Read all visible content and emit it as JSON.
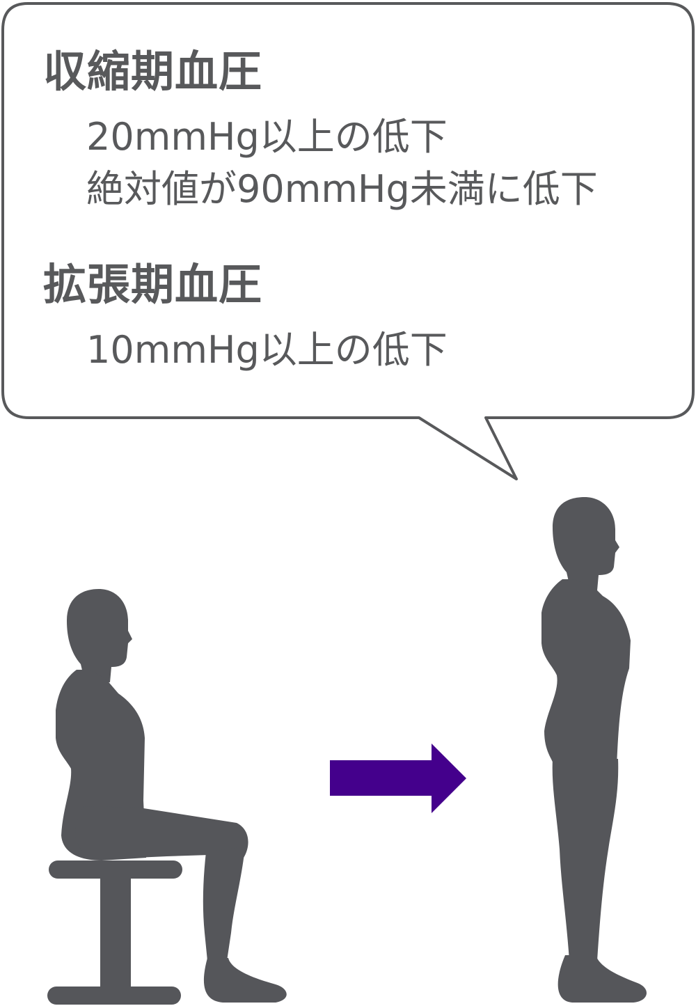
{
  "callout": {
    "systolic": {
      "heading": "収縮期血圧",
      "criteria": [
        "20mmHg以上の低下",
        "絶対値が90mmHg未満に低下"
      ]
    },
    "diastolic": {
      "heading": "拡張期血圧",
      "criteria": [
        "10mmHg以上の低下"
      ]
    }
  },
  "colors": {
    "text": "#58595b",
    "figure": "#55565a",
    "bubble_border": "#58595b",
    "arrow": "#44008c",
    "background": "#ffffff"
  },
  "icons": {
    "seated_person": "person-sitting-silhouette",
    "stool": "stool-silhouette",
    "standing_person": "person-standing-silhouette",
    "transition_arrow": "right-arrow"
  }
}
